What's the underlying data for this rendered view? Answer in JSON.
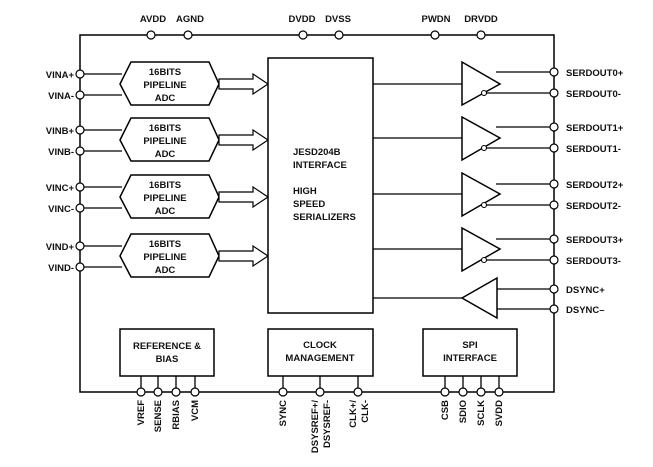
{
  "pins": {
    "top": [
      "AVDD",
      "AGND",
      "DVDD",
      "DVSS",
      "PWDN",
      "DRVDD"
    ],
    "left": [
      "VINA+",
      "VINA-",
      "VINB+",
      "VINB-",
      "VINC+",
      "VINC-",
      "VIND+",
      "VIND-"
    ],
    "right": [
      "SERDOUT0+",
      "SERDOUT0-",
      "SERDOUT1+",
      "SERDOUT1-",
      "SERDOUT2+",
      "SERDOUT2-",
      "SERDOUT3+",
      "SERDOUT3-",
      "DSYNC+",
      "DSYNC–"
    ],
    "bottom": [
      "VREF",
      "SENSE",
      "RBIAS",
      "VCM",
      "SYNC",
      "DSYSREF+/",
      "DSYSREF-",
      "CLK+/",
      "CLK-",
      "CSB",
      "SDIO",
      "SCLK",
      "SVDD"
    ]
  },
  "adc": {
    "line1": "16BITS",
    "line2": "PIPELINE",
    "line3": "ADC"
  },
  "interface_block": {
    "line1": "JESD204B",
    "line2": "INTERFACE",
    "line3": "HIGH",
    "line4": "SPEED",
    "line5": "SERIALIZERS"
  },
  "reference_block": {
    "line1": "REFERENCE &",
    "line2": "BIAS"
  },
  "clock_block": {
    "line1": "CLOCK",
    "line2": "MANAGEMENT"
  },
  "spi_block": {
    "line1": "SPI",
    "line2": "INTERFACE"
  }
}
